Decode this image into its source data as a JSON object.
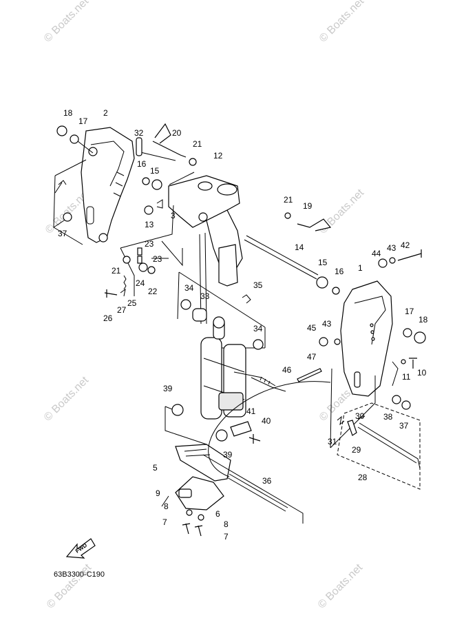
{
  "watermark": "© Boats.net",
  "drawing_code": "63B3300-C190",
  "fwd_label": "FWD",
  "part_labels": [
    "1",
    "2",
    "3",
    "5",
    "6",
    "7",
    "7",
    "8",
    "8",
    "9",
    "10",
    "11",
    "12",
    "13",
    "14",
    "15",
    "15",
    "16",
    "16",
    "17",
    "17",
    "18",
    "18",
    "19",
    "20",
    "21",
    "21",
    "21",
    "22",
    "23",
    "23",
    "24",
    "25",
    "26",
    "27",
    "28",
    "29",
    "30",
    "31",
    "32",
    "33",
    "34",
    "34",
    "35",
    "36",
    "37",
    "37",
    "38",
    "39",
    "39",
    "40",
    "41",
    "42",
    "43",
    "43",
    "44",
    "45",
    "46",
    "47"
  ]
}
